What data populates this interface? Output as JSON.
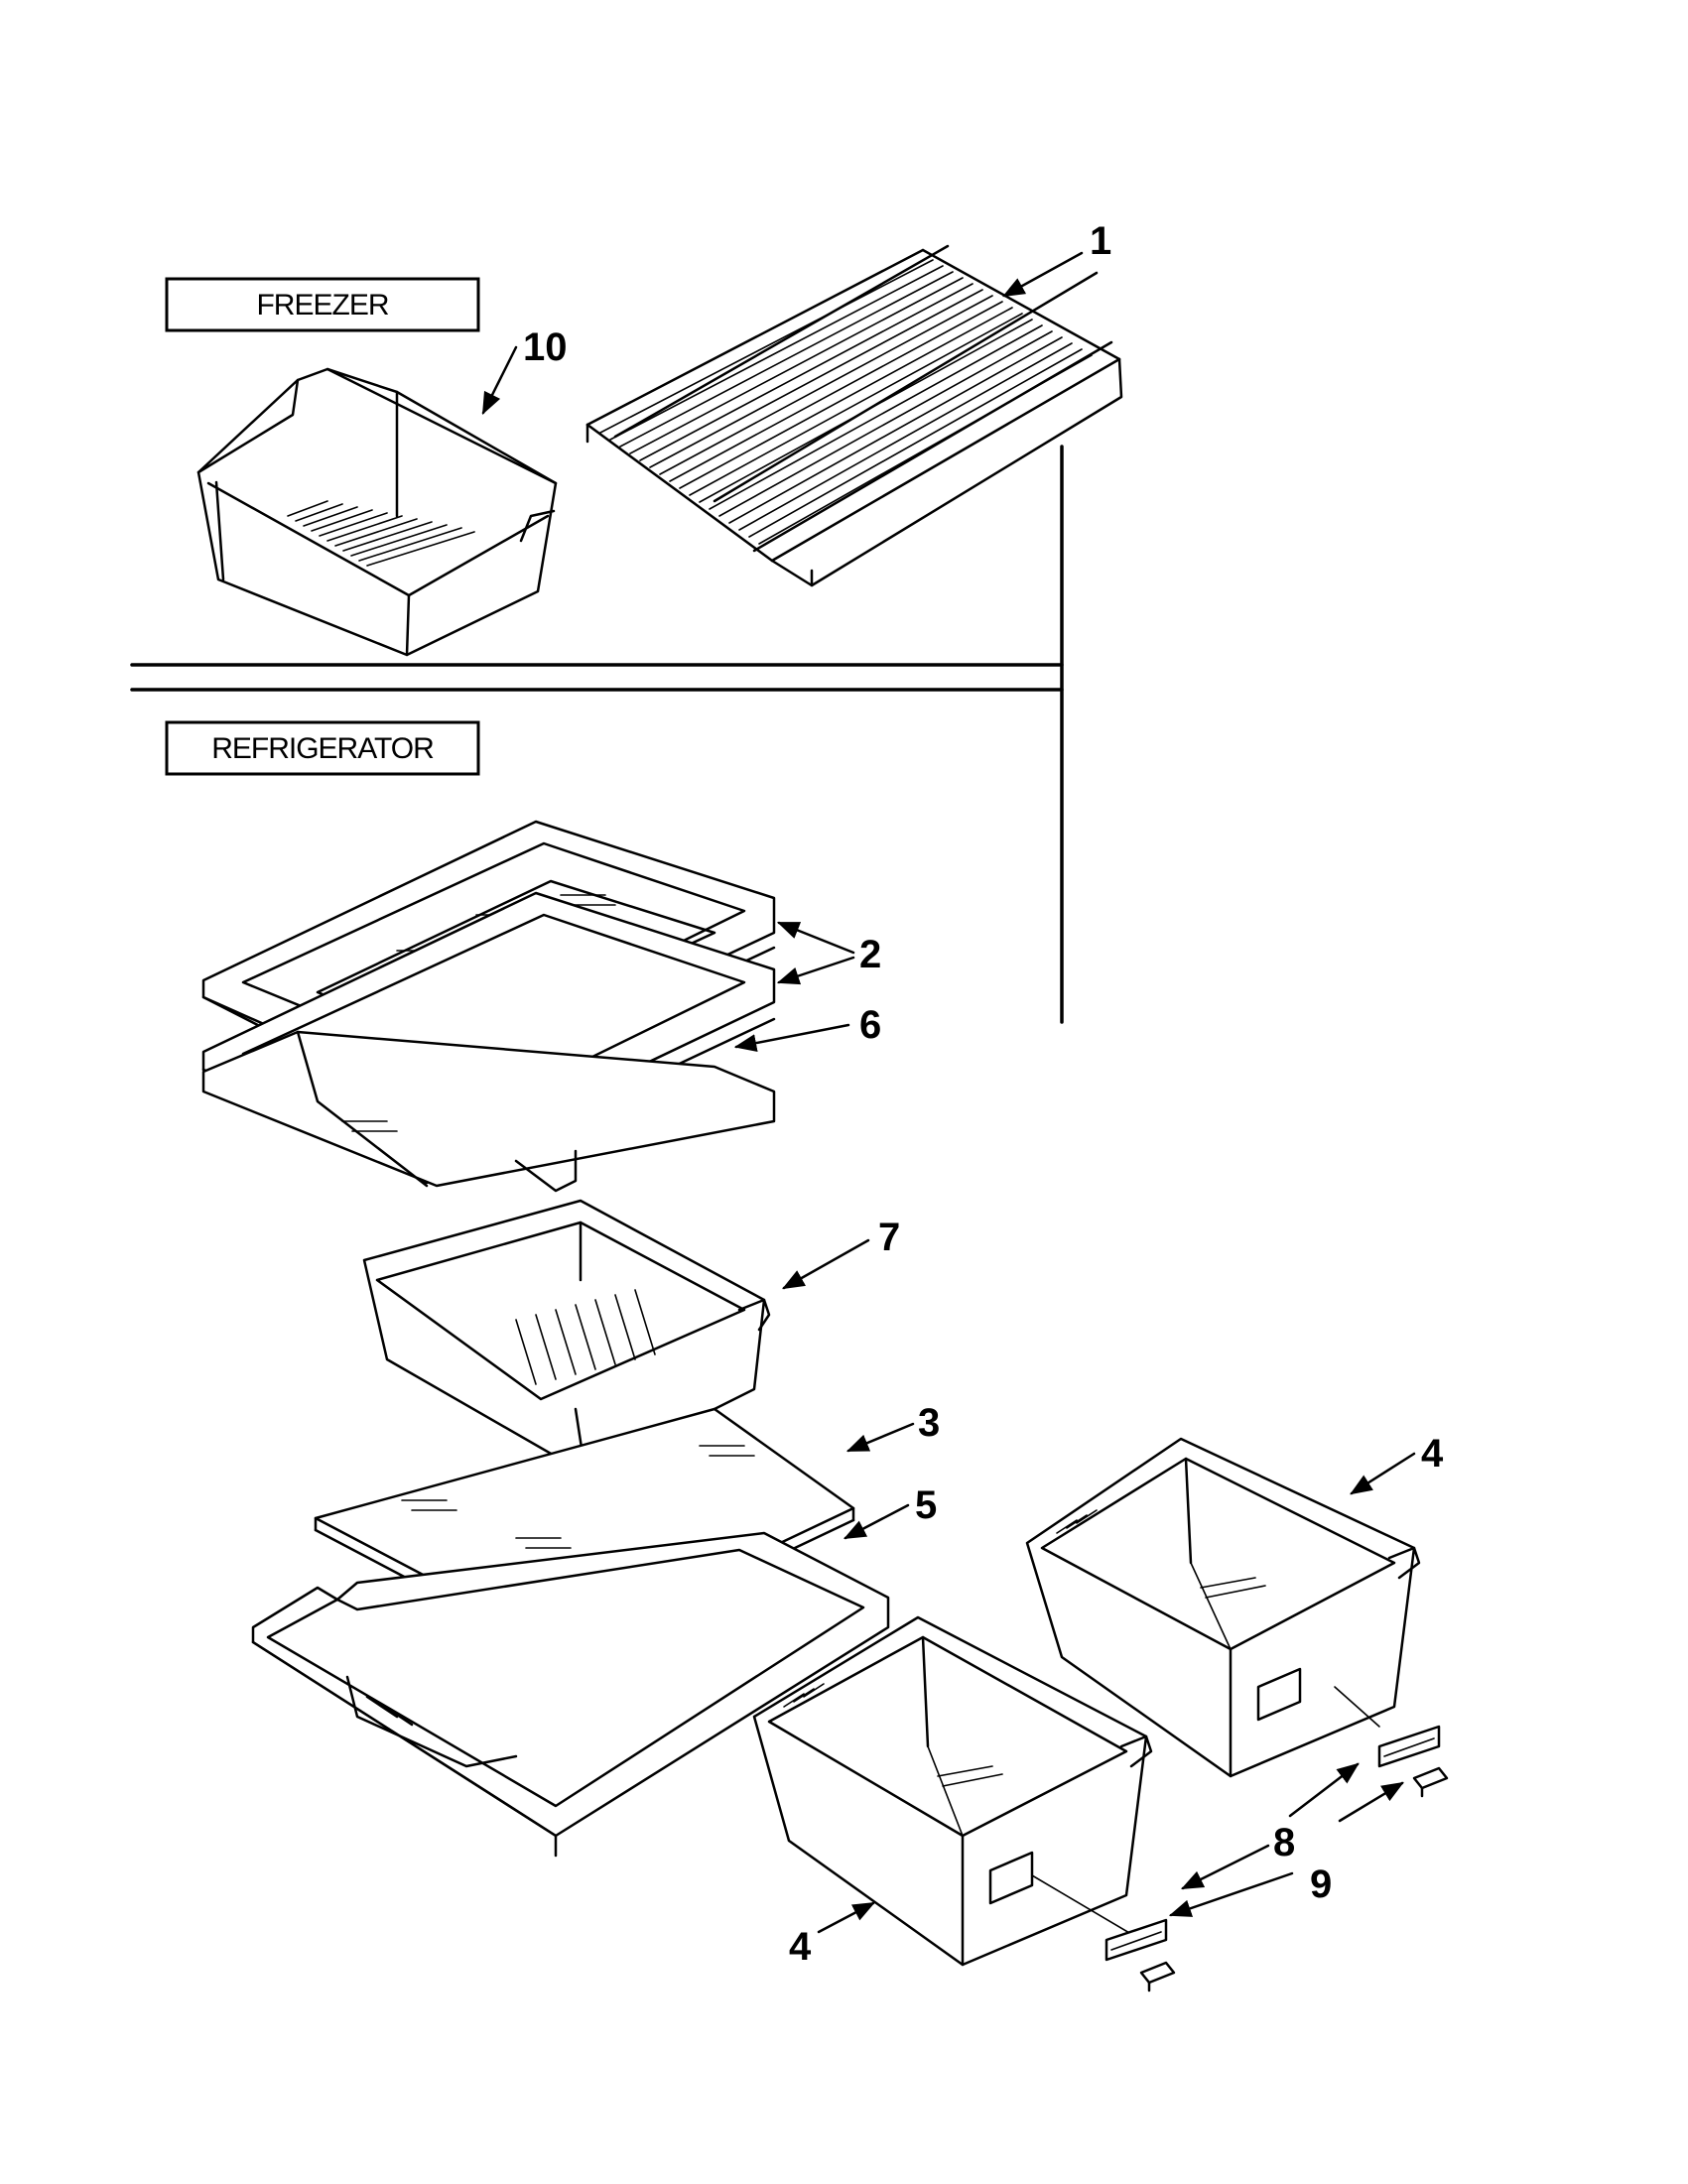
{
  "sections": [
    {
      "id": "freezer",
      "label": "FREEZER"
    },
    {
      "id": "refrigerator",
      "label": "REFRIGERATOR"
    }
  ],
  "callouts": [
    "1",
    "10",
    "2",
    "6",
    "7",
    "3",
    "5",
    "4",
    "4",
    "8",
    "9"
  ],
  "line_color": "#000000",
  "background": "#ffffff"
}
